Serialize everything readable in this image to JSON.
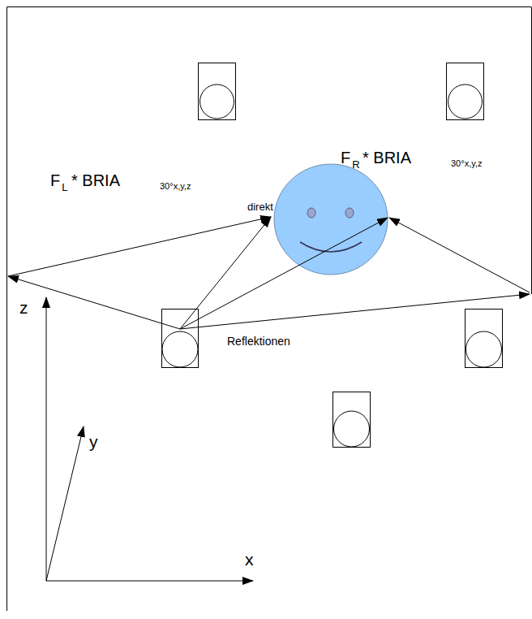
{
  "diagram": {
    "labels": [
      "F",
      "L",
      "* BRIA",
      "30°x,y,z",
      "F",
      "R",
      "* BRIA",
      "30°x,y,z",
      "direkt",
      "Reflektionen",
      "z",
      "y",
      "x"
    ]
  }
}
